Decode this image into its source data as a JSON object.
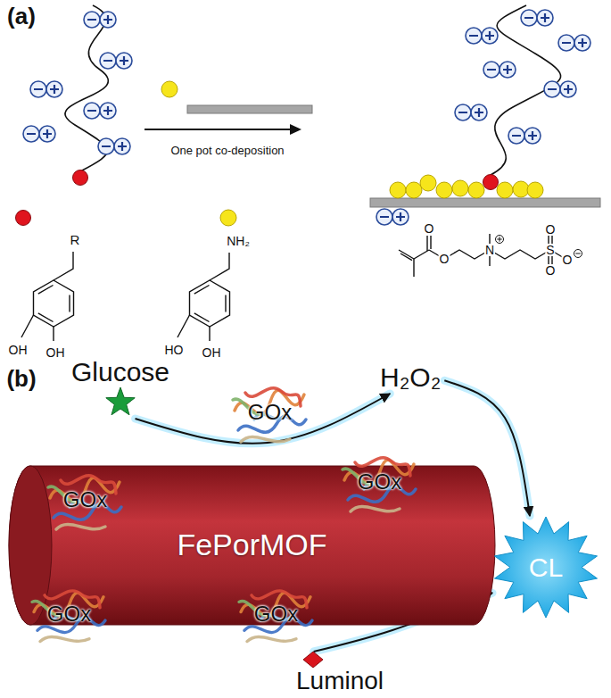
{
  "diagram": {
    "nodes": [
      {
        "text": [
          "Glucose"
        ]
      },
      {
        "text": [
          "GOx"
        ]
      },
      {
        "text": [
          "H₂O₂"
        ]
      },
      {
        "text": [
          "GOx"
        ]
      },
      {
        "text": [
          "FePorMOF"
        ]
      },
      {
        "text": [
          "GOx"
        ]
      },
      {
        "text": [
          "CL"
        ]
      },
      {
        "text": [
          "GOx"
        ]
      },
      {
        "text": [
          "GOx"
        ]
      },
      {
        "text": [
          "Luminol"
        ]
      }
    ],
    "edges": [
      {
        "from": 0,
        "to": 2,
        "arrow": "to"
      },
      {
        "from": 2,
        "to": 6,
        "arrow": "to"
      },
      {
        "from": 9,
        "to": 6,
        "arrow": "to"
      }
    ],
    "labels": [
      "(a)",
      "One pot co-deposition",
      "R",
      "OH",
      "OH",
      "NH₂",
      "HO",
      "OH",
      "O",
      "O",
      "N",
      "S",
      "O",
      "O",
      "O",
      "(b)"
    ]
  }
}
